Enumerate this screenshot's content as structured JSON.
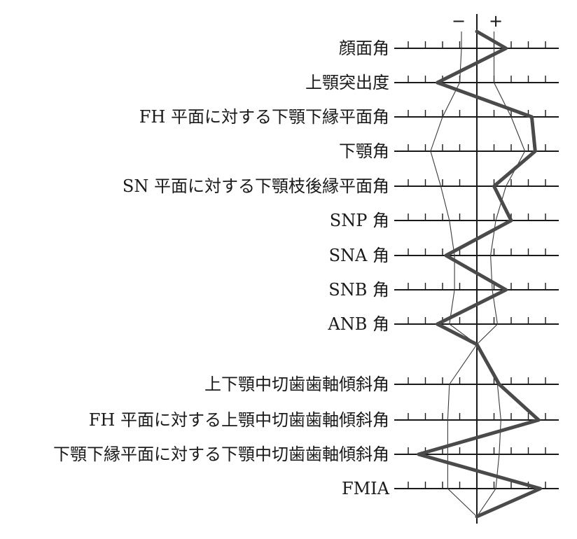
{
  "chart_data": {
    "type": "line",
    "orientation": "vertical-profile",
    "sign_labels": {
      "minus": "−",
      "plus": "+"
    },
    "grid": false,
    "xlim": [
      -5,
      5
    ],
    "tick_step": 1,
    "rows": [
      {
        "label": "顔面角",
        "value": 1.7,
        "sd_low": -0.9,
        "sd_high": 1.0
      },
      {
        "label": "上顎突出度",
        "value": -2.3,
        "sd_low": -1.0,
        "sd_high": 1.0
      },
      {
        "label": "FH 平面に対する下顎下縁平面角",
        "value": 3.2,
        "sd_low": -2.0,
        "sd_high": 2.0
      },
      {
        "label": "下顎角",
        "value": 3.4,
        "sd_low": -2.7,
        "sd_high": 2.8
      },
      {
        "label": "SN 平面に対する下顎枝後縁平面角",
        "value": 1.0,
        "sd_low": -2.1,
        "sd_high": 1.7
      },
      {
        "label": "SNP 角",
        "value": 2.0,
        "sd_low": -1.6,
        "sd_high": 1.1
      },
      {
        "label": "SNA 角",
        "value": -1.8,
        "sd_low": -1.3,
        "sd_high": 0.8
      },
      {
        "label": "SNB 角",
        "value": 1.7,
        "sd_low": -1.3,
        "sd_high": 0.9
      },
      {
        "label": "ANB 角",
        "value": -2.3,
        "sd_low": -1.6,
        "sd_high": 1.2
      },
      {
        "label": "上下顎中切歯歯軸傾斜角",
        "value": 1.3,
        "sd_low": -1.6,
        "sd_high": 1.2
      },
      {
        "label": "FH 平面に対する上顎中切歯歯軸傾斜角",
        "value": 3.6,
        "sd_low": -1.7,
        "sd_high": 1.4
      },
      {
        "label": "下顎下縁平面に対する下顎中切歯歯軸傾斜角",
        "value": -3.4,
        "sd_low": -1.7,
        "sd_high": 1.3
      },
      {
        "label": "FMIA",
        "value": 3.7,
        "sd_low": -1.7,
        "sd_high": 1.1
      }
    ],
    "top_point": {
      "value": 0.0,
      "sd_low": -0.9,
      "sd_high": 1.0
    },
    "gap_point": {
      "value": 0.0,
      "sd_low": 0.0,
      "sd_high": 0.0
    },
    "bottom_point": {
      "value": 0.0,
      "sd_low": 0.0,
      "sd_high": 0.0
    }
  }
}
